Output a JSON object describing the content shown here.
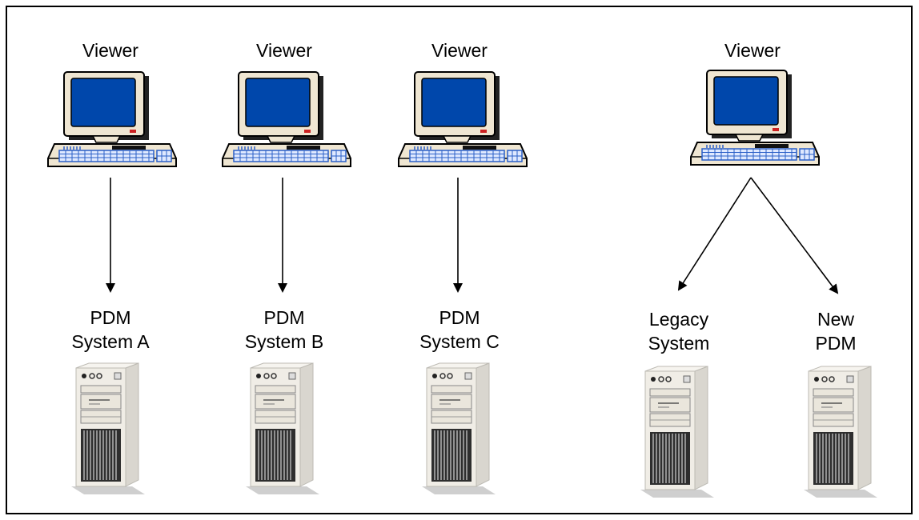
{
  "nodes": {
    "viewer_1": {
      "label": "Viewer"
    },
    "viewer_2": {
      "label": "Viewer"
    },
    "viewer_3": {
      "label": "Viewer"
    },
    "viewer_4": {
      "label": "Viewer"
    },
    "server_a": {
      "line1": "PDM",
      "line2": "System A"
    },
    "server_b": {
      "line1": "PDM",
      "line2": "System B"
    },
    "server_c": {
      "line1": "PDM",
      "line2": "System C"
    },
    "server_legacy": {
      "line1": "Legacy",
      "line2": "System"
    },
    "server_new": {
      "line1": "New",
      "line2": "PDM"
    }
  },
  "edges": [
    {
      "from": "viewer_1",
      "to": "server_a"
    },
    {
      "from": "viewer_2",
      "to": "server_b"
    },
    {
      "from": "viewer_3",
      "to": "server_c"
    },
    {
      "from": "viewer_4",
      "to": "server_legacy"
    },
    {
      "from": "viewer_4",
      "to": "server_new"
    }
  ],
  "colors": {
    "screen": "#0047ab",
    "bezel": "#efe6d2",
    "keys": "#2a5fc7",
    "tower": "#f0ede6",
    "grille": "#2e2e2e",
    "power_led": "#cc2222"
  },
  "icons": {
    "computer": "desktop-computer-icon",
    "server": "tower-server-icon"
  }
}
